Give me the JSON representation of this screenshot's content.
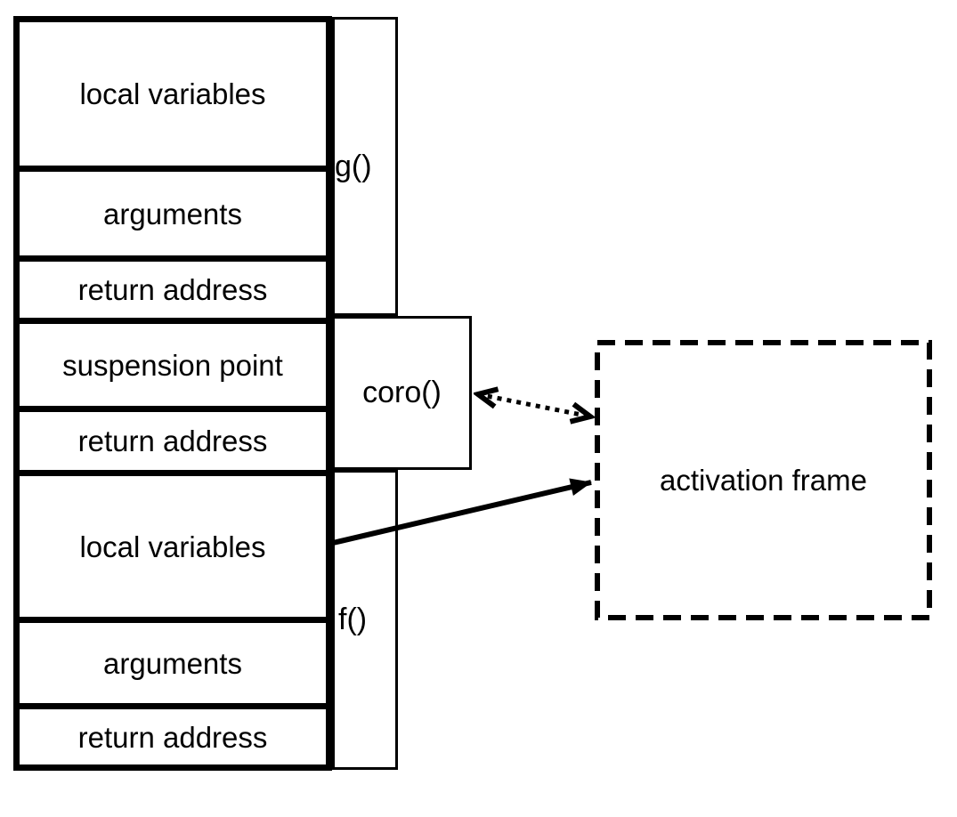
{
  "diagram": {
    "stack": {
      "cells": [
        {
          "label": "local variables"
        },
        {
          "label": "arguments"
        },
        {
          "label": "return address"
        },
        {
          "label": "suspension point"
        },
        {
          "label": "return address"
        },
        {
          "label": "local variables"
        },
        {
          "label": "arguments"
        },
        {
          "label": "return address"
        }
      ]
    },
    "frames": {
      "g": {
        "label": "g()"
      },
      "coro": {
        "label": "coro()"
      },
      "f": {
        "label": "f()"
      }
    },
    "activation_frame": {
      "label": "activation frame"
    },
    "connectors": [
      {
        "id": "coro-activation-link",
        "style": "dotted",
        "direction": "bidirectional",
        "from": "coro()",
        "to": "activation frame"
      },
      {
        "id": "local-variables-pointer",
        "style": "solid",
        "direction": "one-way",
        "from": "local variables",
        "to": "activation frame"
      }
    ],
    "colors": {
      "line": "#000000",
      "text": "#000000",
      "background": "#ffffff"
    }
  }
}
